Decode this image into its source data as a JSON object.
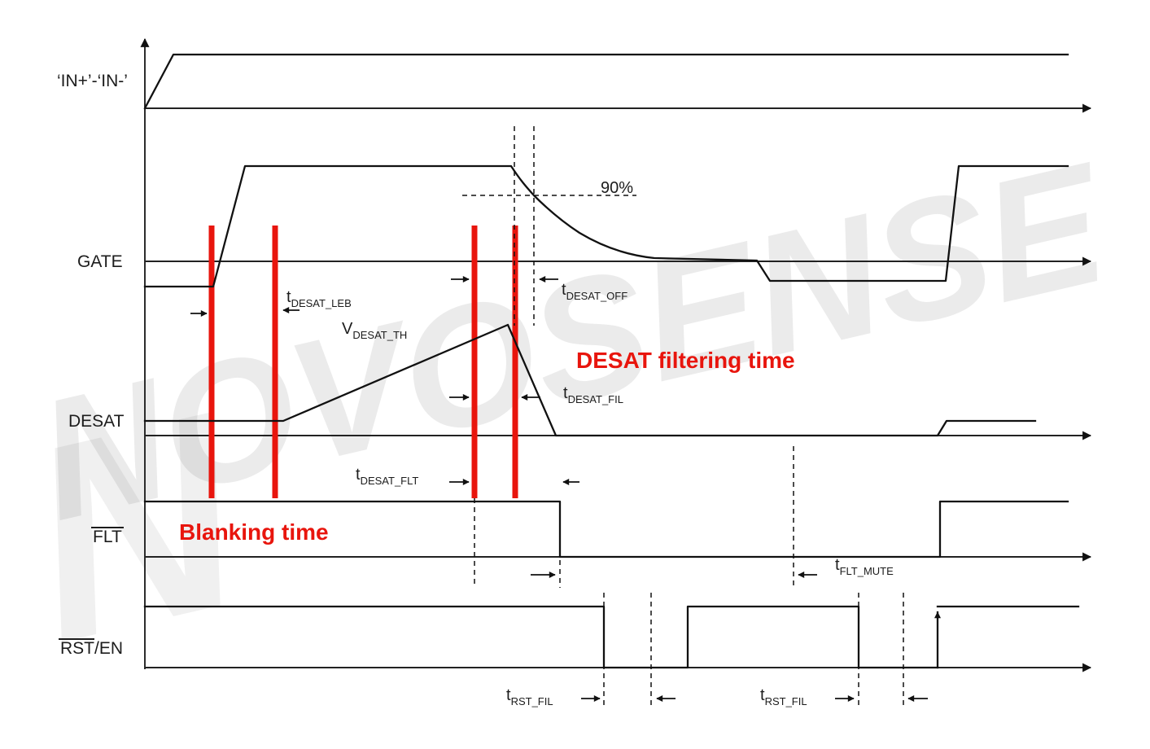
{
  "signals": {
    "in": {
      "label": "‘IN+’-‘IN-’"
    },
    "gate": {
      "label": "GATE"
    },
    "desat": {
      "label": "DESAT"
    },
    "flt": {
      "label": "FLT"
    },
    "rst": {
      "label": "RST",
      "suffix": "/EN"
    }
  },
  "annotations": {
    "pct90": "90%",
    "t_desat_leb": {
      "main": "t",
      "sub": "DESAT_LEB"
    },
    "v_desat_th": {
      "main": "V",
      "sub": "DESAT_TH"
    },
    "t_desat_off": {
      "main": "t",
      "sub": "DESAT_OFF"
    },
    "t_desat_fil": {
      "main": "t",
      "sub": "DESAT_FIL"
    },
    "t_desat_flt": {
      "main": "t",
      "sub": "DESAT_FLT"
    },
    "t_flt_mute": {
      "main": "t",
      "sub": "FLT_MUTE"
    },
    "t_rst_fil_1": {
      "main": "t",
      "sub": "RST_FIL"
    },
    "t_rst_fil_2": {
      "main": "t",
      "sub": "RST_FIL"
    },
    "blanking_time": "Blanking time",
    "desat_filtering_time": "DESAT filtering time"
  },
  "colors": {
    "highlight": "#e8150d",
    "waveform": "#111111",
    "background": "#ffffff",
    "watermark": "#e9e9e9"
  },
  "watermark": {
    "text": "NOVOSENSE",
    "mark": "N"
  }
}
